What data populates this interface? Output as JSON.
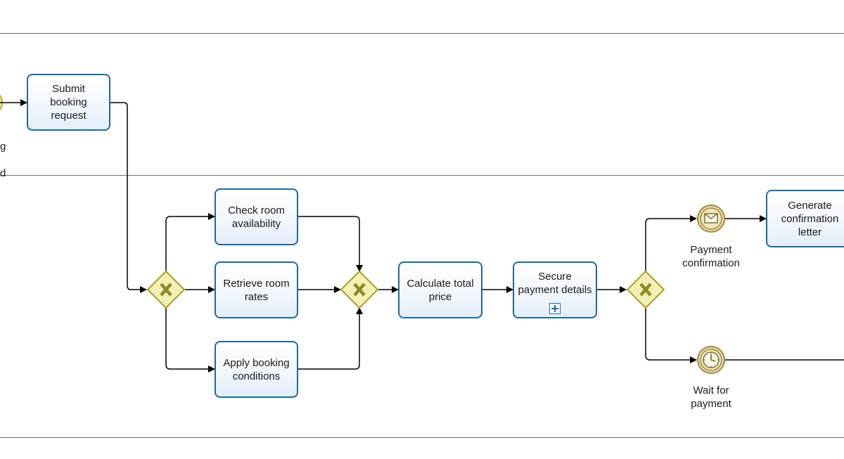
{
  "colors": {
    "lane_line": "#6f6f6f",
    "task_border": "#1f6a98",
    "gateway_fill": "#f3f0b6",
    "gateway_stroke": "#a3a02c",
    "event_fill": "#e6dcaa",
    "event_stroke": "#a08a40",
    "flow": "#000000"
  },
  "lanes": {
    "lane1_partial_label_line1": "g",
    "lane1_partial_label_line2": "d"
  },
  "tasks": {
    "submit": "Submit\nbooking\nrequest",
    "check": "Check room\navailability",
    "retrieve": "Retrieve room\nrates",
    "apply": "Apply booking\nconditions",
    "calculate": "Calculate total\nprice",
    "secure": "Secure\npayment details",
    "generate": "Generate\nconfirmation\nletter"
  },
  "events": {
    "payment_confirmation": "Payment\nconfirmation",
    "wait_for_payment": "Wait for\npayment"
  },
  "icons": {
    "gateway_marker": "exclusive-x",
    "message_event": "envelope-icon",
    "timer_event": "clock-icon",
    "subprocess_marker": "plus-icon"
  }
}
